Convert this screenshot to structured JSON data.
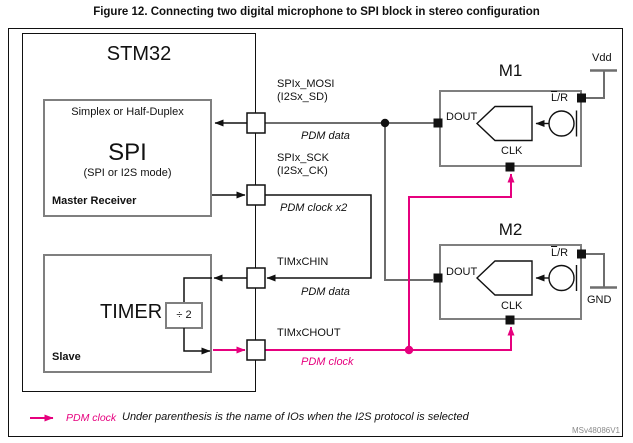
{
  "figure": {
    "title": "Figure 12. Connecting two digital microphone to SPI block in stereo configuration",
    "reference": "MSv48086V1"
  },
  "stm32": {
    "title": "STM32",
    "spi_block": {
      "mode_top": "Simplex or Half-Duplex",
      "name": "SPI",
      "mode_bottom": "(SPI or I2S mode)",
      "role": "Master Receiver"
    },
    "timer_block": {
      "name": "TIMER",
      "divider": "÷ 2",
      "role": "Slave"
    }
  },
  "signals": {
    "mosi_pin_line1": "SPIx_MOSI",
    "mosi_pin_line2": "(I2Sx_SD)",
    "mosi_signal": "PDM data",
    "sck_pin_line1": "SPIx_SCK",
    "sck_pin_line2": "(I2Sx_CK)",
    "sck_signal": "PDM clock x2",
    "chin_pin": "TIMxCHIN",
    "chin_signal": "PDM data",
    "chout_pin": "TIMxCHOUT",
    "chout_signal": "PDM clock"
  },
  "microphones": {
    "m1": {
      "title": "M1",
      "dout": "DOUT",
      "clk": "CLK",
      "lr_bar": "L",
      "lr_rest": "/R",
      "rail": "Vdd"
    },
    "m2": {
      "title": "M2",
      "dout": "DOUT",
      "clk": "CLK",
      "lr_bar": "L",
      "lr_rest": "/R",
      "rail": "GND"
    }
  },
  "legend": {
    "pdm_clock_label": "PDM clock",
    "note": "Under parenthesis is the name of IOs when the I2S protocol is selected"
  },
  "colors": {
    "pink": "#e6007e",
    "line_gray": "#6e6e6e",
    "box_gray": "#7f7f7f",
    "black": "#111111",
    "reference_gray": "#8a8a8a"
  }
}
